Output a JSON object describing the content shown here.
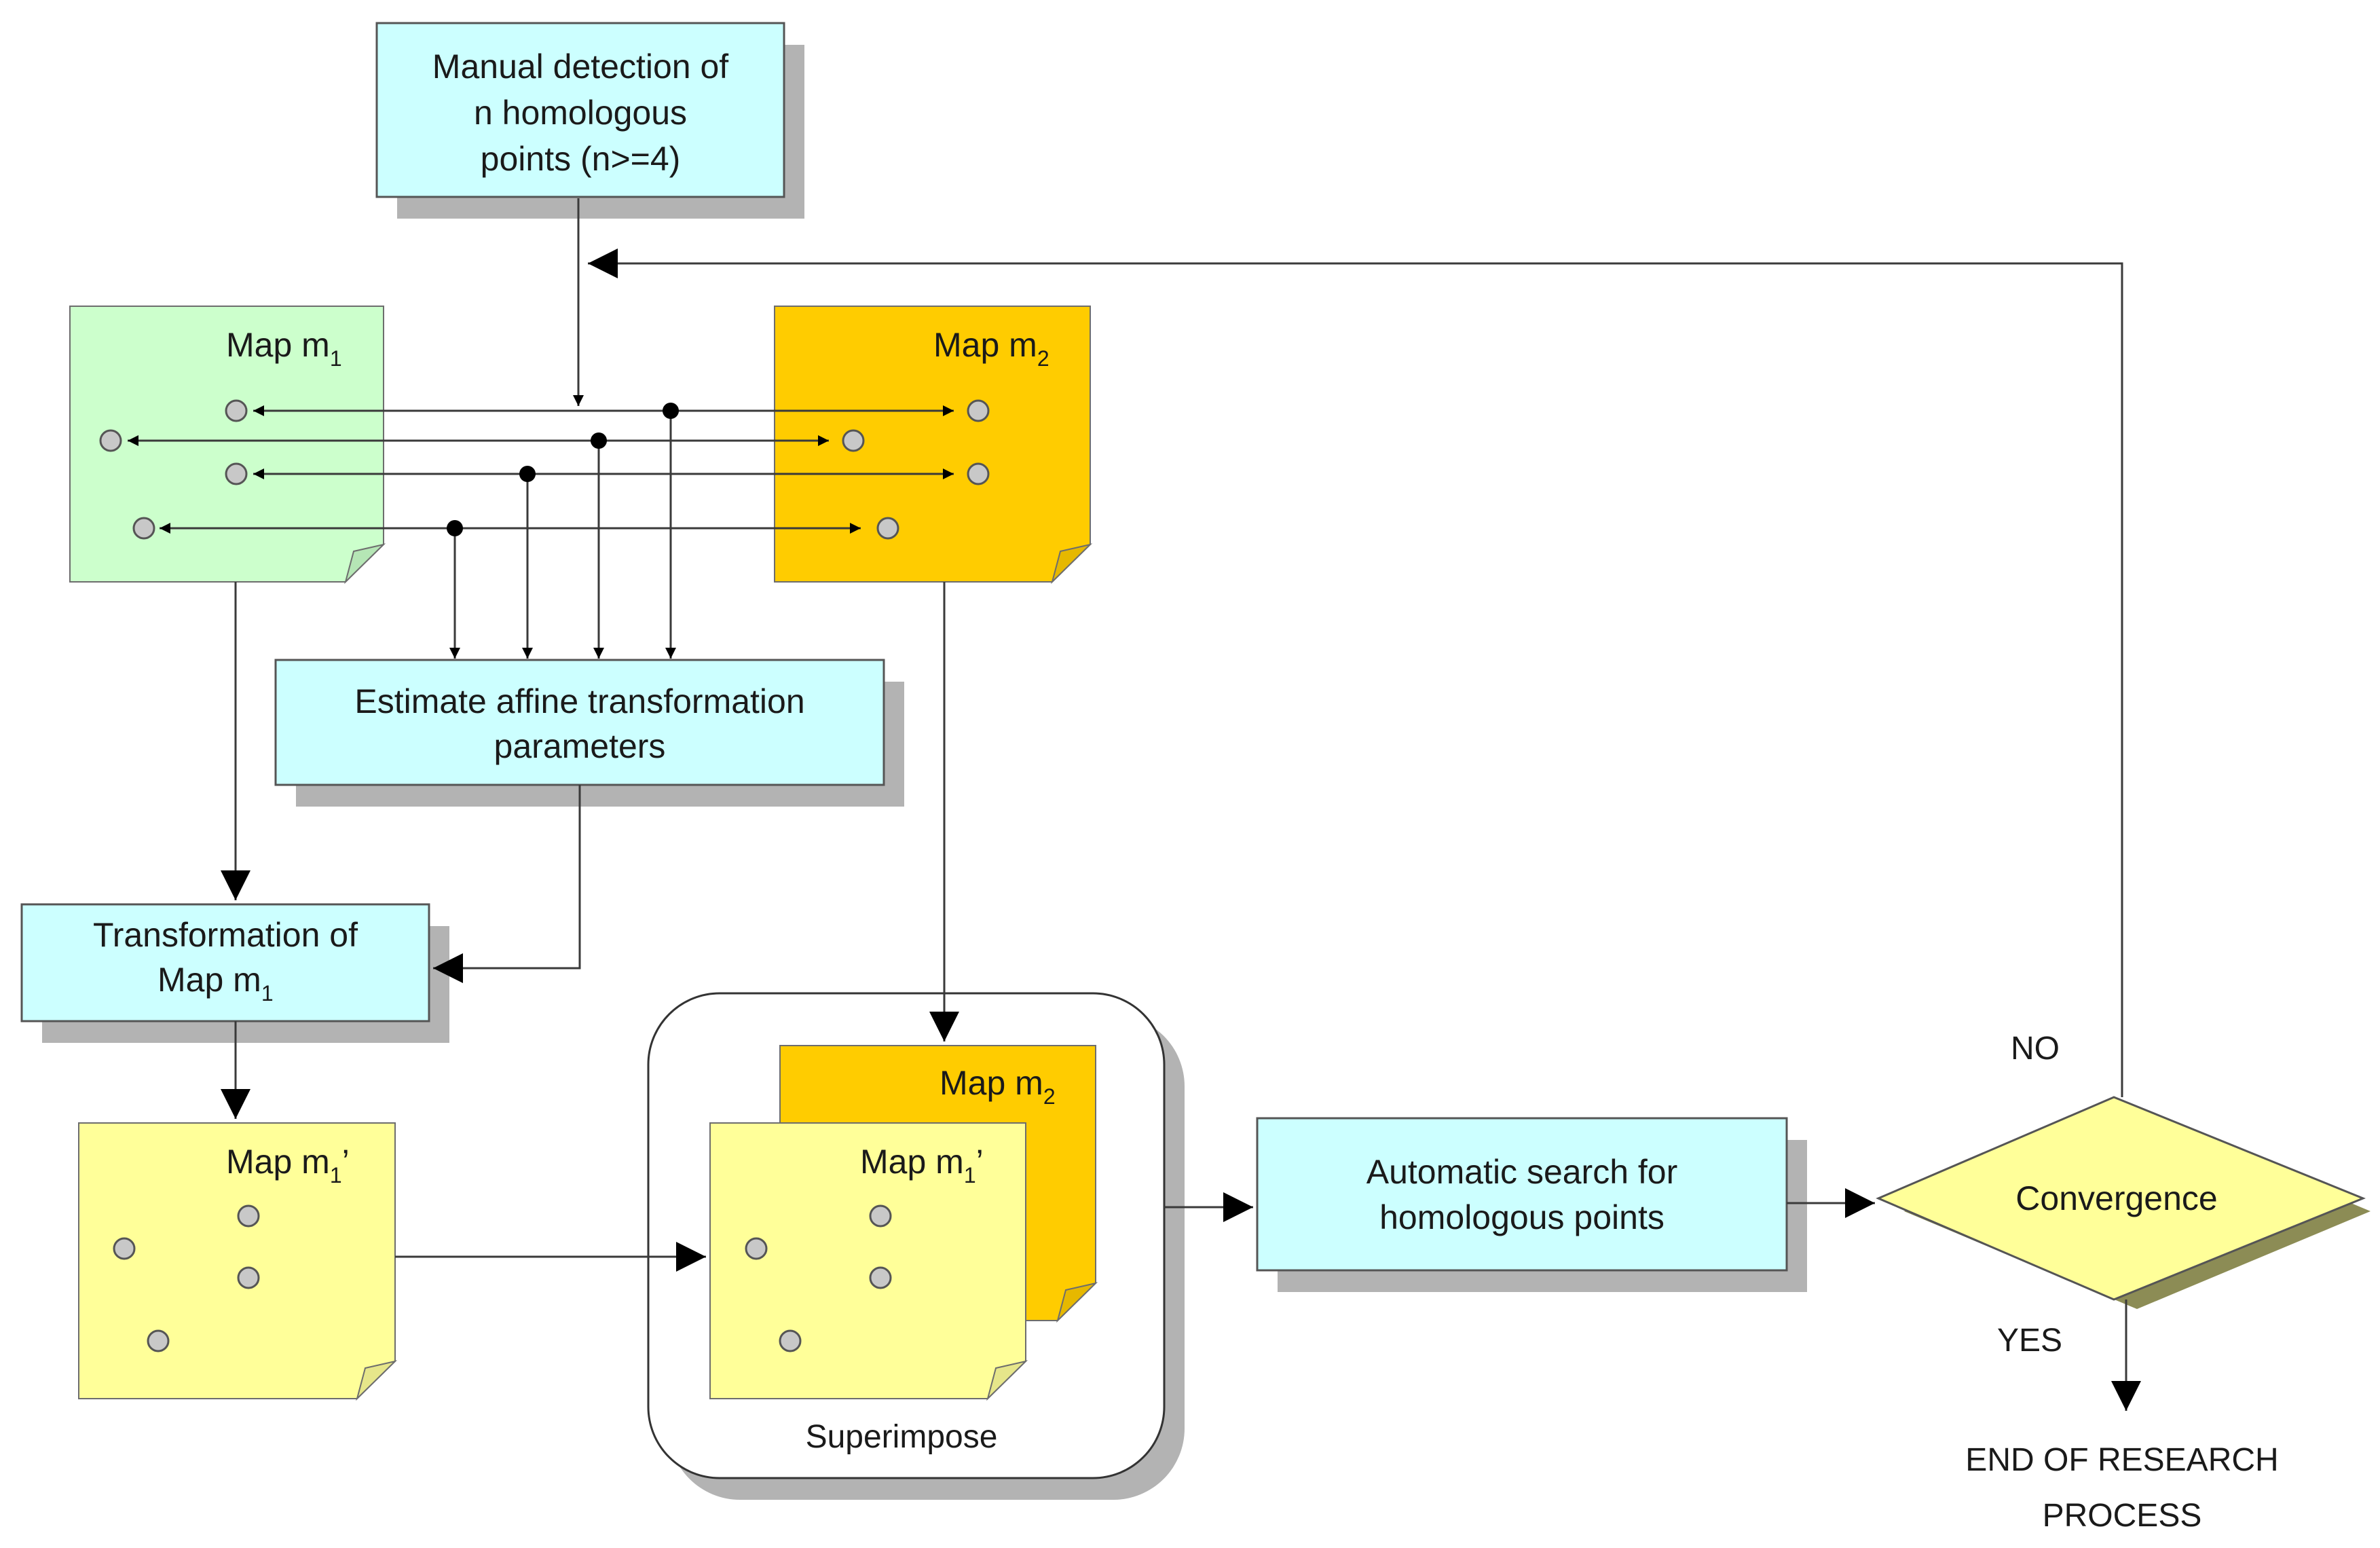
{
  "diagram": {
    "manual_detection": [
      "Manual detection of",
      "n homologous",
      "points (n>=4)"
    ],
    "map_m1": {
      "label": "Map m",
      "sub": "1"
    },
    "map_m2": {
      "label": "Map m",
      "sub": "2"
    },
    "estimate": [
      "Estimate affine transformation",
      "parameters"
    ],
    "transformation": {
      "line1": "Transformation of",
      "line2": "Map m",
      "sub": "1"
    },
    "map_m1_prime": {
      "label": "Map m",
      "sub": "1",
      "suffix": "’"
    },
    "superimpose": "Superimpose",
    "automatic_search": [
      "Automatic search for",
      "homologous points"
    ],
    "convergence": "Convergence",
    "no": "NO",
    "yes": "YES",
    "end": [
      "END OF RESEARCH",
      "PROCESS"
    ]
  },
  "colors": {
    "process_box": "#ccffff",
    "map_m1": "#ccffcc",
    "map_m2": "#ffcc00",
    "map_transformed": "#ffff99",
    "decision": "#ffff99"
  }
}
